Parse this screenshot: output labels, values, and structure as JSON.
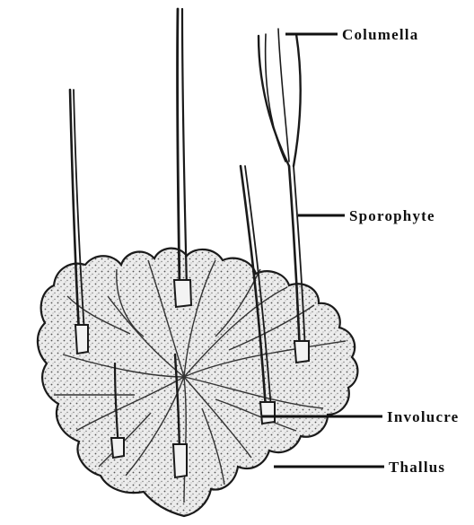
{
  "labels": {
    "columella": "Columella",
    "sporophyte": "Sporophyte",
    "involucre": "Involucre",
    "thallus": "Thallus"
  },
  "colors": {
    "ink": "#1a1a1a",
    "stipple_fill": "#e6e6e6",
    "background": "#ffffff"
  }
}
